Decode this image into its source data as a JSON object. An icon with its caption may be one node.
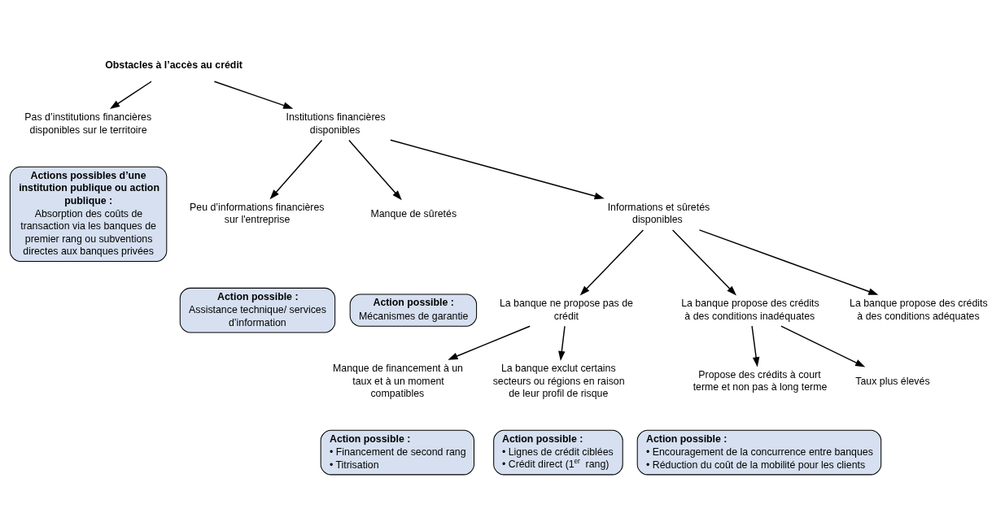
{
  "diagram": {
    "nodes": [
      {
        "text": [
          "Obstacles à l’accès au crédit"
        ]
      },
      {
        "text": [
          "Pas d’institutions financières disponibles sur le territoire"
        ]
      },
      {
        "text": [
          "Institutions financières disponibles"
        ]
      },
      {
        "text": [
          "Actions possibles d’une institution publique ou action publique :",
          "Absorption des coûts de transaction via les banques de premier rang ou subventions directes aux banques privées"
        ]
      },
      {
        "text": [
          "Peu d’informations financières sur l'entreprise"
        ]
      },
      {
        "text": [
          "Manque de sûretés"
        ]
      },
      {
        "text": [
          "Informations et sûretés disponibles"
        ]
      },
      {
        "text": [
          "Action possible :",
          "Assistance technique/ services d’information"
        ]
      },
      {
        "text": [
          "Action possible :",
          "Mécanismes de garantie"
        ]
      },
      {
        "text": [
          "La banque ne propose pas de crédit"
        ]
      },
      {
        "text": [
          "La banque propose des crédits à des conditions inadéquates"
        ]
      },
      {
        "text": [
          "La banque propose des crédits à des conditions adéquates"
        ]
      },
      {
        "text": [
          "Manque de financement à un taux et à un moment compatibles"
        ]
      },
      {
        "text": [
          "La banque exclut certains secteurs ou régions en raison de leur profil de risque"
        ]
      },
      {
        "text": [
          "Propose des crédits à court terme et non pas à long terme"
        ]
      },
      {
        "text": [
          "Taux plus élevés"
        ]
      },
      {
        "text": [
          "Action possible :",
          "• Financement de second rang",
          "• Titrisation"
        ]
      },
      {
        "text": [
          "Action possible :",
          "• Lignes de crédit ciblées",
          "• Crédit direct (1$^{er}$ rang)"
        ]
      },
      {
        "text": [
          "Action possible :",
          "• Encouragement de la concurrence entre banques",
          "• Réduction du coût de la mobilité pour les clients"
        ]
      }
    ],
    "edges": [
      {
        "from": 0,
        "to": 1,
        "arrow": "to"
      },
      {
        "from": 0,
        "to": 2,
        "arrow": "to"
      },
      {
        "from": 2,
        "to": 4,
        "arrow": "to"
      },
      {
        "from": 2,
        "to": 5,
        "arrow": "to"
      },
      {
        "from": 2,
        "to": 6,
        "arrow": "to"
      },
      {
        "from": 6,
        "to": 9,
        "arrow": "to"
      },
      {
        "from": 6,
        "to": 10,
        "arrow": "to"
      },
      {
        "from": 6,
        "to": 11,
        "arrow": "to"
      },
      {
        "from": 9,
        "to": 12,
        "arrow": "to"
      },
      {
        "from": 9,
        "to": 13,
        "arrow": "to"
      },
      {
        "from": 10,
        "to": 14,
        "arrow": "to"
      },
      {
        "from": 10,
        "to": 15,
        "arrow": "to"
      }
    ]
  }
}
